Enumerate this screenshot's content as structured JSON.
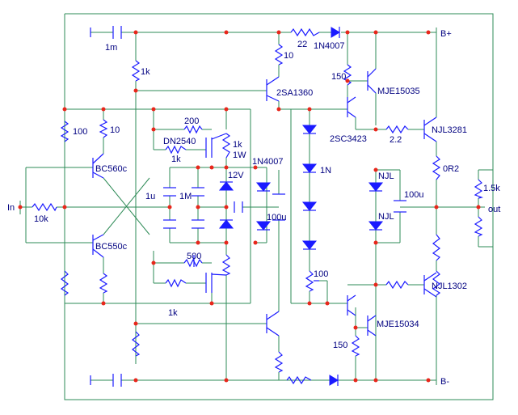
{
  "labels": {
    "bplus": "B+",
    "bminus": "B-",
    "in": "In",
    "out": "out",
    "c_in": "1m",
    "r_1k_top": "1k",
    "r_100": "100",
    "r_10_left": "10",
    "r_22": "22",
    "d_1n4007_top": "1N4007",
    "r_10_top": "10",
    "r_150_top": "150",
    "q_2sa1360": "2SA1360",
    "q_mje15035": "MJE15035",
    "r_200": "200",
    "q_dn2540": "DN2540",
    "r_1k_mid": "1k",
    "r_1k1w_a": "1k",
    "r_1k1w_b": "1W",
    "d_12v": "12V",
    "d_1n4007_mid": "1N4007",
    "q_bc560c": "BC560c",
    "q_bc550c": "BC550c",
    "q_2sc3423": "2SC3423",
    "r_2_2": "2.2",
    "q_njl3281": "NJL3281",
    "r_0r2": "0R2",
    "r_1_5k": "1.5k",
    "d_1n": "1N",
    "d_njl_a": "NJL",
    "d_njl_b": "NJL",
    "c_100u_right": "100u",
    "r_10k": "10k",
    "c_1u": "1u",
    "c_1m": "1M",
    "c_100u_mid": "100u",
    "r_500": "500",
    "r_100_pot": "100",
    "q_njl1302": "NJL1302",
    "r_1k_bottom": "1k",
    "q_mje15034": "MJE15034",
    "r_150_bottom": "150"
  },
  "colors": {
    "wire": "#2e8b57",
    "component": "#1a1aff",
    "junction": "#e8261b",
    "label": "#000080"
  }
}
